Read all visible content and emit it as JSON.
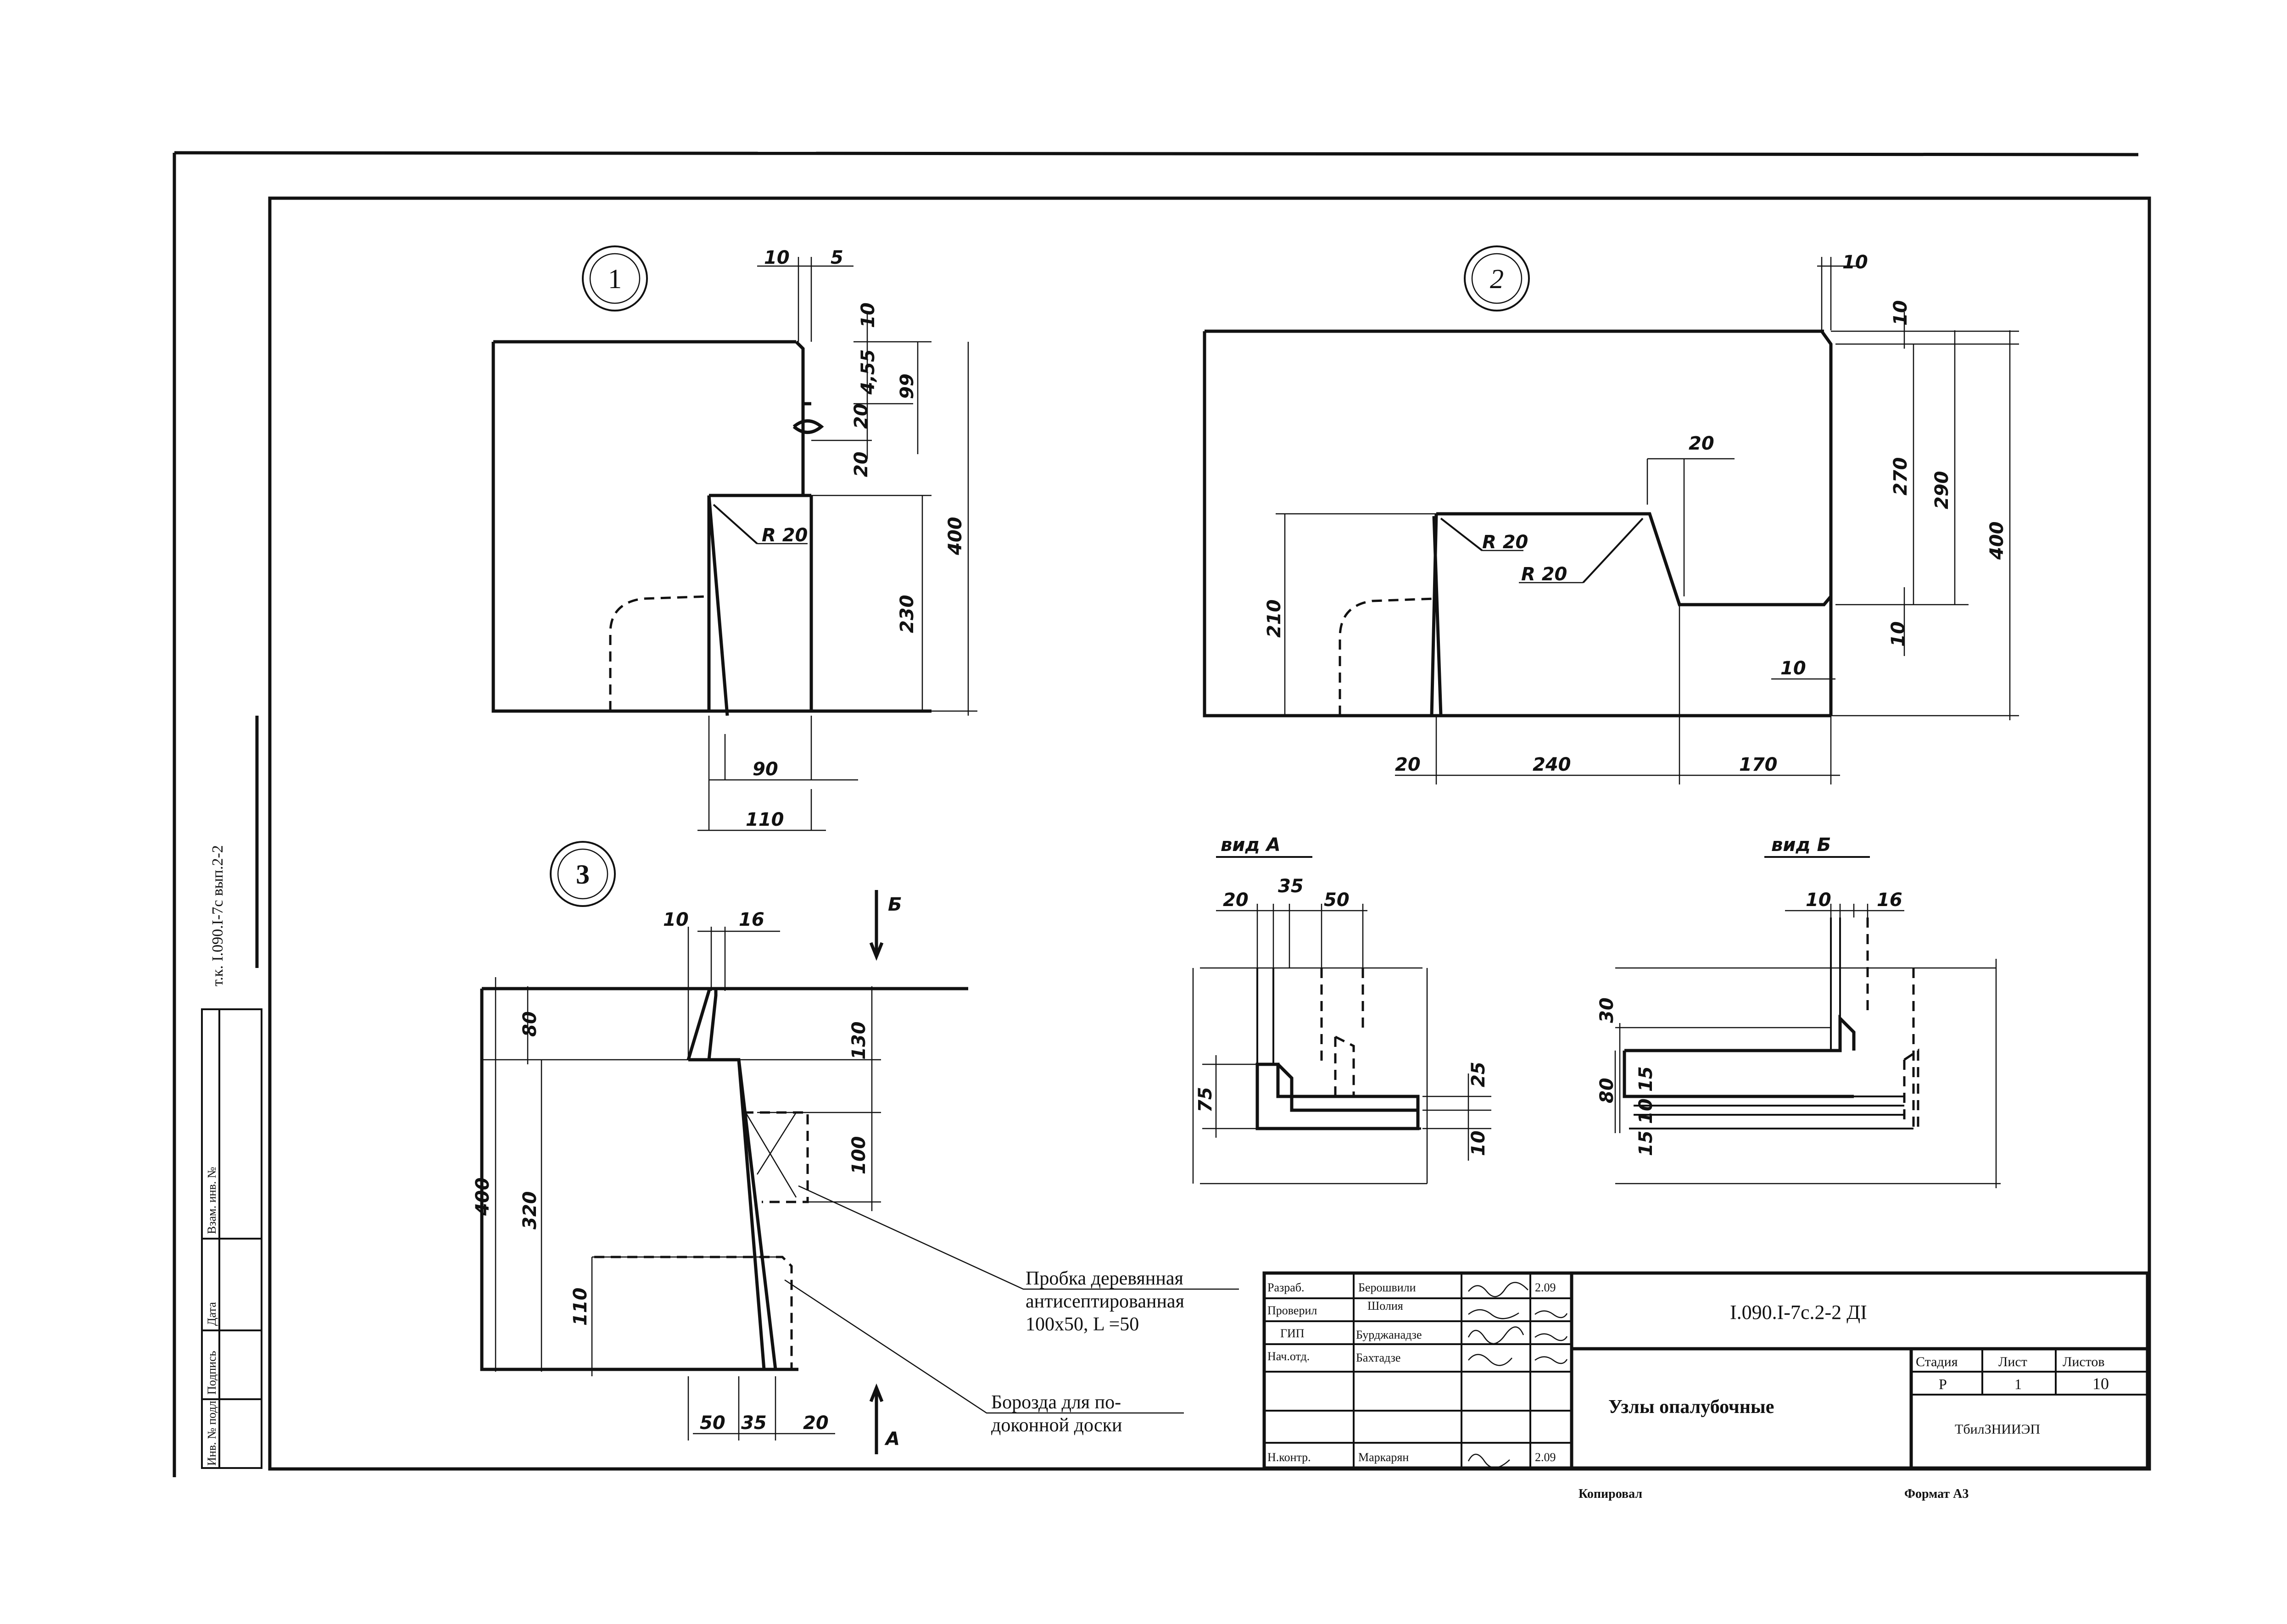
{
  "marker": {
    "node1": "1",
    "node2": "2",
    "node3": "3"
  },
  "views": {
    "view_a": "вид А",
    "view_b": "вид Б",
    "arrow_a": "А",
    "arrow_b": "Б"
  },
  "node1": {
    "dims": [
      "10",
      "5",
      "10",
      "4,55",
      "99",
      "20",
      "20",
      "R 20",
      "230",
      "400",
      "90",
      "110"
    ]
  },
  "node2": {
    "dims": [
      "10",
      "10",
      "20",
      "270",
      "290",
      "400",
      "R 20",
      "R 20",
      "210",
      "10",
      "10",
      "20",
      "240",
      "170"
    ]
  },
  "node3": {
    "dims": [
      "10",
      "16",
      "80",
      "130",
      "320",
      "400",
      "100",
      "110",
      "50",
      "35",
      "20"
    ],
    "note_plug": [
      "Пробка деревянная",
      "антисептированная",
      "100х50, L =50"
    ],
    "note_groove": [
      "Борозда для по-",
      "доконной доски"
    ]
  },
  "view_a": {
    "dims": [
      "20",
      "35",
      "50",
      "75",
      "25",
      "10"
    ]
  },
  "view_b": {
    "dims": [
      "10",
      "16",
      "30",
      "80",
      "15",
      "10",
      "15"
    ]
  },
  "side_note": "т.к. I.090.I-7с вып.2-2",
  "stamp": [
    "Инв. № подл.",
    "Подпись",
    "Дата",
    "Взам. инв. №"
  ],
  "title_block": {
    "roles": [
      "Разраб.",
      "Проверил",
      "ГИП",
      "Нач.отд.",
      "",
      "Н.контр."
    ],
    "names": [
      "Берошвили",
      "Шолия",
      "Бурджанадзе",
      "Бахтадзе",
      "",
      "Маркарян"
    ],
    "dates": [
      "2.09",
      "",
      "",
      "",
      "",
      "2.09"
    ],
    "designation": "I.090.I-7с.2-2 ДI",
    "title": "Узлы опалубочные",
    "stage_headers": [
      "Стадия",
      "Лист",
      "Листов"
    ],
    "stage_values": [
      "Р",
      "1",
      "10"
    ],
    "organization": "ТбилЗНИИЭП"
  },
  "footer": {
    "copied": "Копировал",
    "format": "Формат А3"
  }
}
